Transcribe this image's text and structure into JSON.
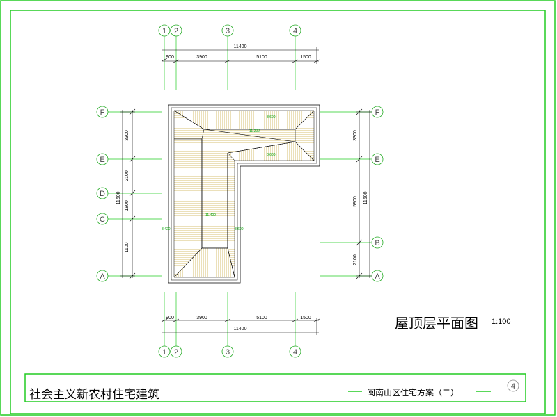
{
  "drawing": {
    "title": "屋顶层平面图",
    "scale": "1:100",
    "project_title": "社会主义新农村住宅建筑",
    "scheme_name": "闽南山区住宅方案（二）",
    "sheet_number": "4"
  },
  "axes_vertical": {
    "top": [
      "1",
      "2",
      "3",
      "4"
    ],
    "bottom": [
      "1",
      "2",
      "3",
      "4"
    ]
  },
  "axes_horizontal": {
    "left": [
      "F",
      "E",
      "D",
      "C",
      "A"
    ],
    "right": [
      "F",
      "E",
      "B",
      "A"
    ]
  },
  "dimensions": {
    "top_total": "11400",
    "top_segments": [
      "900",
      "3900",
      "5100",
      "1500"
    ],
    "bottom_total": "11400",
    "bottom_segments": [
      "900",
      "3900",
      "5100",
      "1500"
    ],
    "left_segments": [
      "3300",
      "2100",
      "1800",
      "1100"
    ],
    "left_total": "11600",
    "right_segments": [
      "3300",
      "5900",
      "2100"
    ],
    "right_total": "11600"
  },
  "elevations": {
    "top_eave": "8.600",
    "ridge_top": "11.202",
    "top_eave_lower": "8.600",
    "ridge_left": "11.400",
    "left_eave_a": "8.420",
    "left_eave_b": "8.600"
  },
  "colors": {
    "frame": "#22cc22",
    "hatch": "#e6d9a8",
    "line": "#000000",
    "axis_circle": "#22aa22"
  }
}
